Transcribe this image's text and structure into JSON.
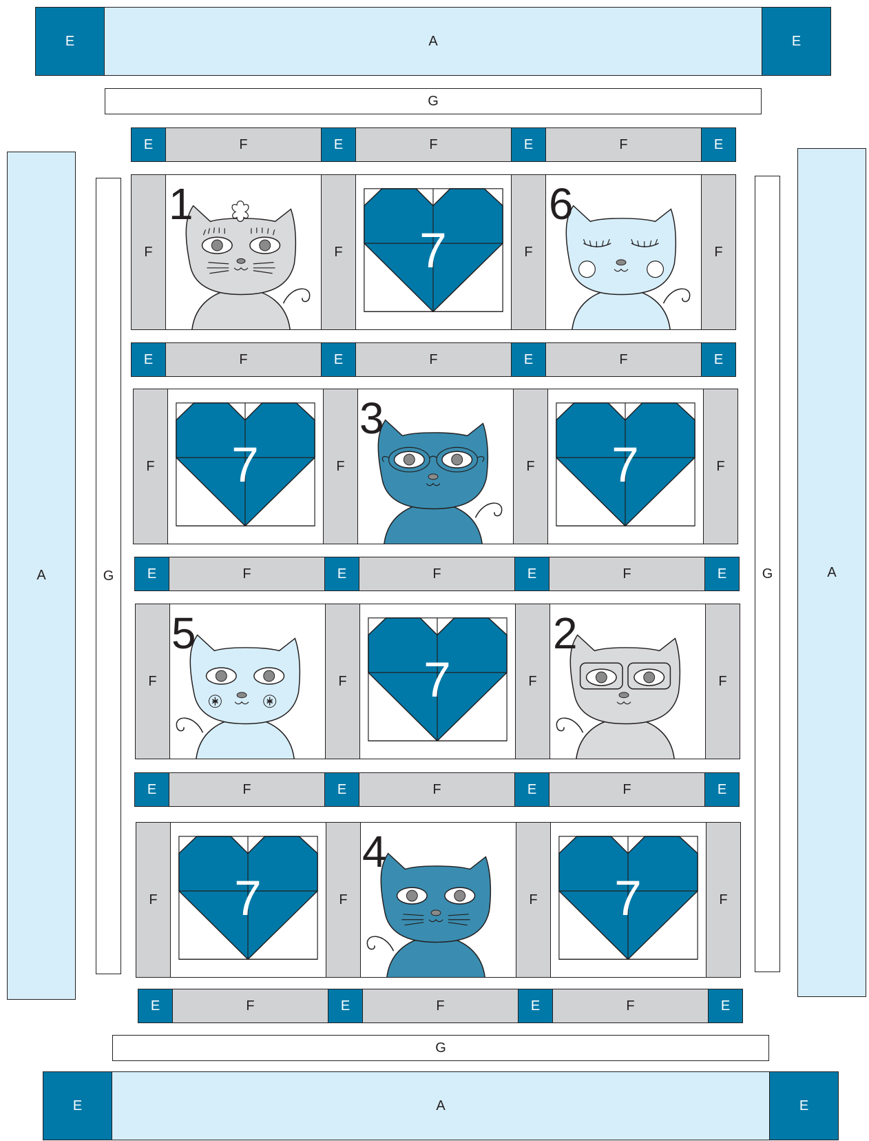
{
  "labels": {
    "A": "A",
    "E": "E",
    "F": "F",
    "G": "G"
  },
  "blocks": {
    "cat1": "1",
    "cat2": "2",
    "cat3": "3",
    "cat4": "4",
    "cat5": "5",
    "cat6": "6",
    "heart": "7"
  },
  "colors": {
    "light_blue": "#d6eef9",
    "teal": "#0079a8",
    "gray": "#d1d2d4",
    "cat_gray": "#d9dadb",
    "cat_light": "#d6eef9",
    "cat_teal": "#3a8db0"
  }
}
